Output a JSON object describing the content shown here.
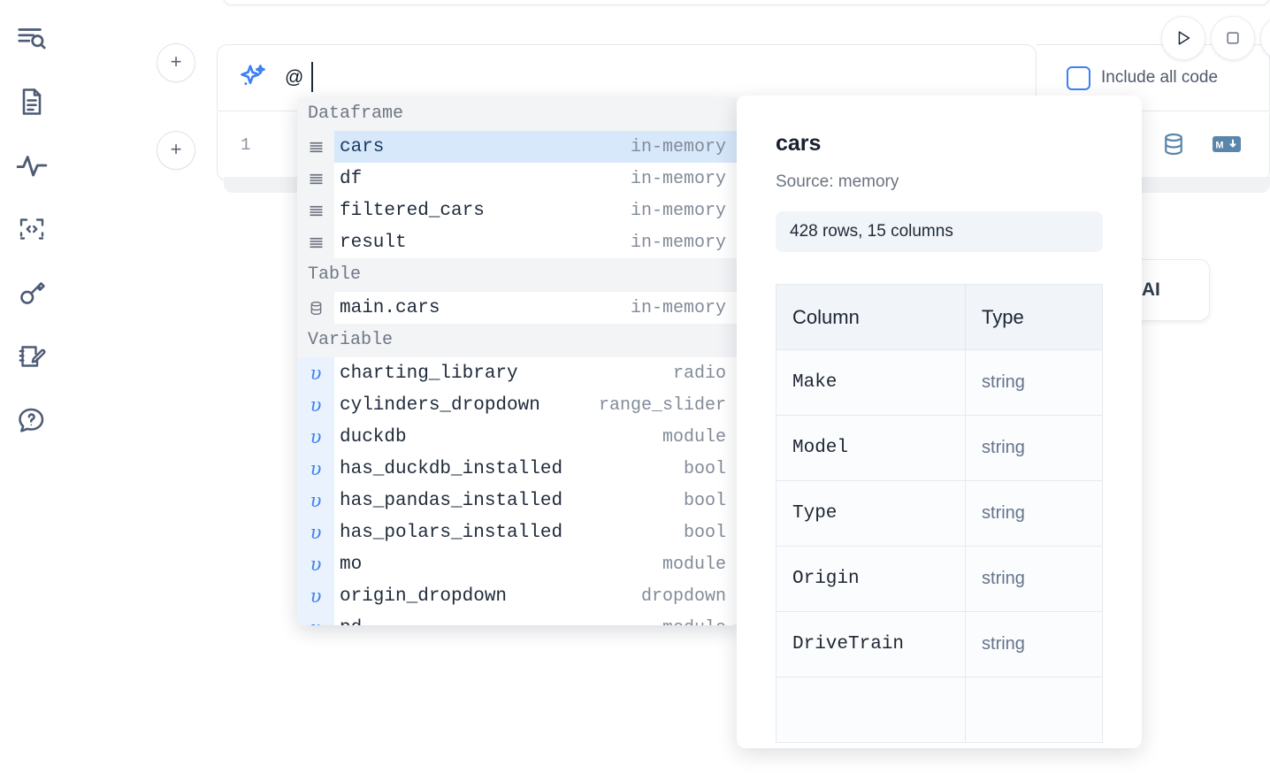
{
  "sidebar": {
    "items": [
      {
        "name": "explore-search-icon",
        "label": "Explore"
      },
      {
        "name": "document-icon",
        "label": "Notebook"
      },
      {
        "name": "activity-icon",
        "label": "Activity"
      },
      {
        "name": "code-snippet-icon",
        "label": "Snippets"
      },
      {
        "name": "key-icon",
        "label": "Secrets"
      },
      {
        "name": "scratchpad-edit-icon",
        "label": "Scratchpad"
      },
      {
        "name": "help-chat-icon",
        "label": "Help"
      }
    ]
  },
  "toolbar": {
    "run_label": "Run",
    "stop_label": "Stop",
    "add_cell_label": "+"
  },
  "ai_prompt": {
    "value": "@",
    "placeholder": "",
    "include_all_code_label": "Include all code",
    "include_all_code_checked": false
  },
  "code_cell": {
    "line_number": "1",
    "actions": [
      {
        "name": "database-icon",
        "label": "Data sources"
      },
      {
        "name": "markdown-icon",
        "label": "Markdown"
      }
    ]
  },
  "ai_chip": {
    "label": "h AI"
  },
  "autocomplete": {
    "groups": [
      {
        "label": "Dataframe",
        "icon": "dataframe-icon",
        "items": [
          {
            "name": "cars",
            "type": "in-memory",
            "selected": true
          },
          {
            "name": "df",
            "type": "in-memory",
            "selected": false
          },
          {
            "name": "filtered_cars",
            "type": "in-memory",
            "selected": false
          },
          {
            "name": "result",
            "type": "in-memory",
            "selected": false
          }
        ]
      },
      {
        "label": "Table",
        "icon": "table-icon",
        "items": [
          {
            "name": "main.cars",
            "type": "in-memory",
            "selected": false
          }
        ]
      },
      {
        "label": "Variable",
        "icon": "variable-icon",
        "items": [
          {
            "name": "charting_library",
            "type": "radio",
            "selected": false
          },
          {
            "name": "cylinders_dropdown",
            "type": "range_slider",
            "selected": false
          },
          {
            "name": "duckdb",
            "type": "module",
            "selected": false
          },
          {
            "name": "has_duckdb_installed",
            "type": "bool",
            "selected": false
          },
          {
            "name": "has_pandas_installed",
            "type": "bool",
            "selected": false
          },
          {
            "name": "has_polars_installed",
            "type": "bool",
            "selected": false
          },
          {
            "name": "mo",
            "type": "module",
            "selected": false
          },
          {
            "name": "origin_dropdown",
            "type": "dropdown",
            "selected": false
          },
          {
            "name": "pd",
            "type": "module",
            "selected": false
          }
        ]
      }
    ]
  },
  "preview": {
    "title": "cars",
    "source": "Source: memory",
    "shape": "428 rows, 15 columns",
    "columns_header": "Column",
    "type_header": "Type",
    "rows": [
      {
        "column": "Make",
        "type": "string"
      },
      {
        "column": "Model",
        "type": "string"
      },
      {
        "column": "Type",
        "type": "string"
      },
      {
        "column": "Origin",
        "type": "string"
      },
      {
        "column": "DriveTrain",
        "type": "string"
      },
      {
        "column": "",
        "type": ""
      }
    ]
  },
  "colors": {
    "accent_blue": "#3b82f6",
    "selected_row_bg": "#d7e8fb",
    "variable_strip_bg": "#eaf3fd",
    "group_header_bg": "#f3f4f6",
    "icon_steel": "#5b86ab",
    "text_dark": "#1f2a3a",
    "text_muted": "#828b99"
  }
}
